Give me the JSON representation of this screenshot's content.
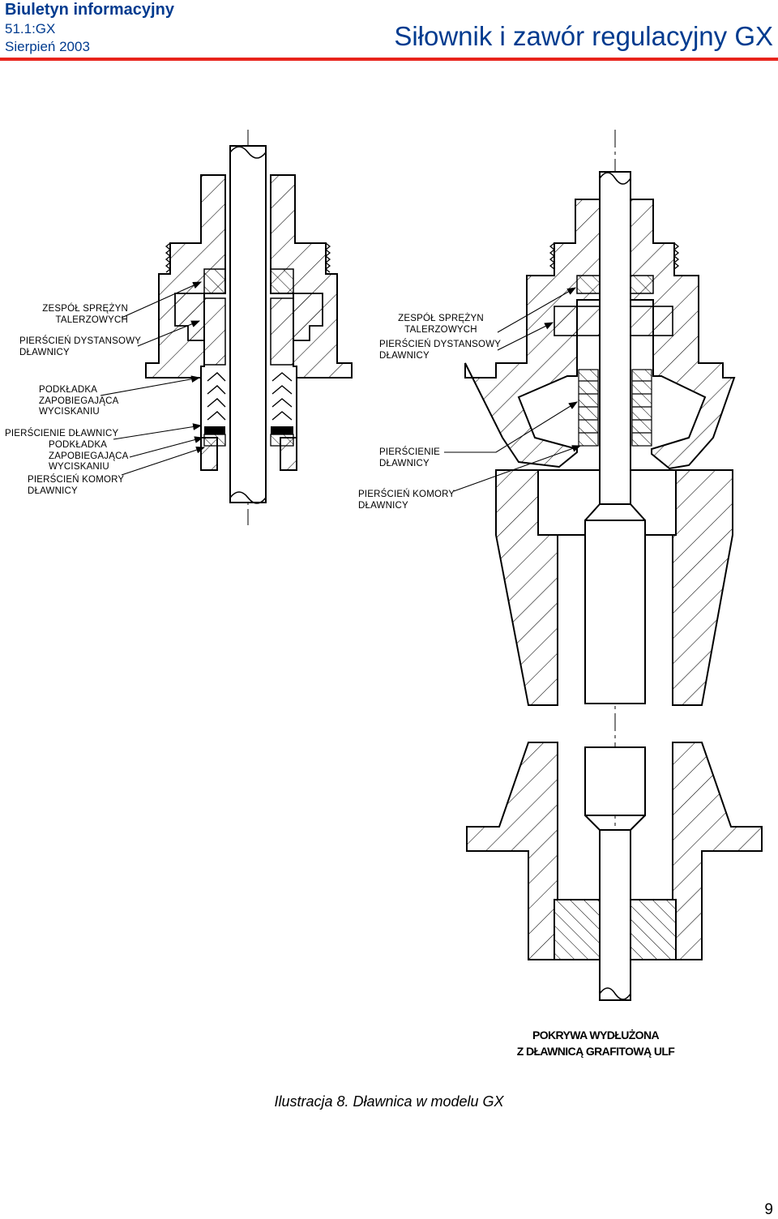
{
  "header": {
    "bulletin": "Biuletyn informacyjny",
    "code": "51.1:GX",
    "date": "Sierpień 2003",
    "document_title": "Siłownik i zawór regulacyjny GX",
    "accent_color": "#003b8f",
    "rule_color": "#e8241c"
  },
  "left_drawing": {
    "labels": {
      "spring_assembly": [
        "ZESPÓŁ SPRĘŻYN",
        "TALERZOWYCH"
      ],
      "spacer_ring": [
        "PIERŚCIEŃ DYSTANSOWY",
        "DŁAWNICY"
      ],
      "anti_extrusion_washer_1": [
        "PODKŁADKA",
        "ZAPOBIEGAJĄCA",
        "WYCISKANIU"
      ],
      "packing_rings": [
        "PIERŚCIENIE DŁAWNICY"
      ],
      "anti_extrusion_washer_2": [
        "PODKŁADKA",
        "ZAPOBIEGAJĄCA",
        "WYCISKANIU"
      ],
      "chamber_ring": [
        "PIERŚCIEŃ KOMORY",
        "DŁAWNICY"
      ]
    }
  },
  "right_drawing": {
    "labels": {
      "spring_assembly": [
        "ZESPÓŁ SPRĘŻYN",
        "TALERZOWYCH"
      ],
      "spacer_ring": [
        "PIERŚCIEŃ DYSTANSOWY",
        "DŁAWNICY"
      ],
      "packing_rings": [
        "PIERŚCIENIE",
        "DŁAWNICY"
      ],
      "chamber_ring": [
        "PIERŚCIEŃ KOMORY",
        "DŁAWNICY"
      ]
    },
    "caption": [
      "POKRYWA WYDŁUŻONA",
      "Z DŁAWNICĄ GRAFITOWĄ ULF"
    ]
  },
  "figure_caption": "Ilustracja 8. Dławnica w modelu GX",
  "page_number": "9"
}
